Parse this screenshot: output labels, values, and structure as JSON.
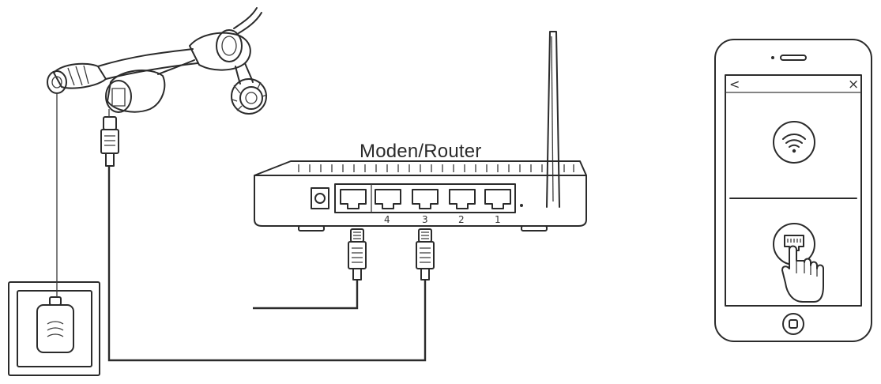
{
  "diagram": {
    "router": {
      "label": "Moden/Router",
      "ports": [
        "4",
        "3",
        "2",
        "1"
      ]
    },
    "phone": {
      "nav_back": "<",
      "nav_close": "×",
      "options": [
        {
          "icon": "wifi-icon"
        },
        {
          "icon": "ethernet-touch-icon"
        }
      ]
    },
    "colors": {
      "line": "#2b2b2b",
      "background": "#ffffff"
    }
  }
}
